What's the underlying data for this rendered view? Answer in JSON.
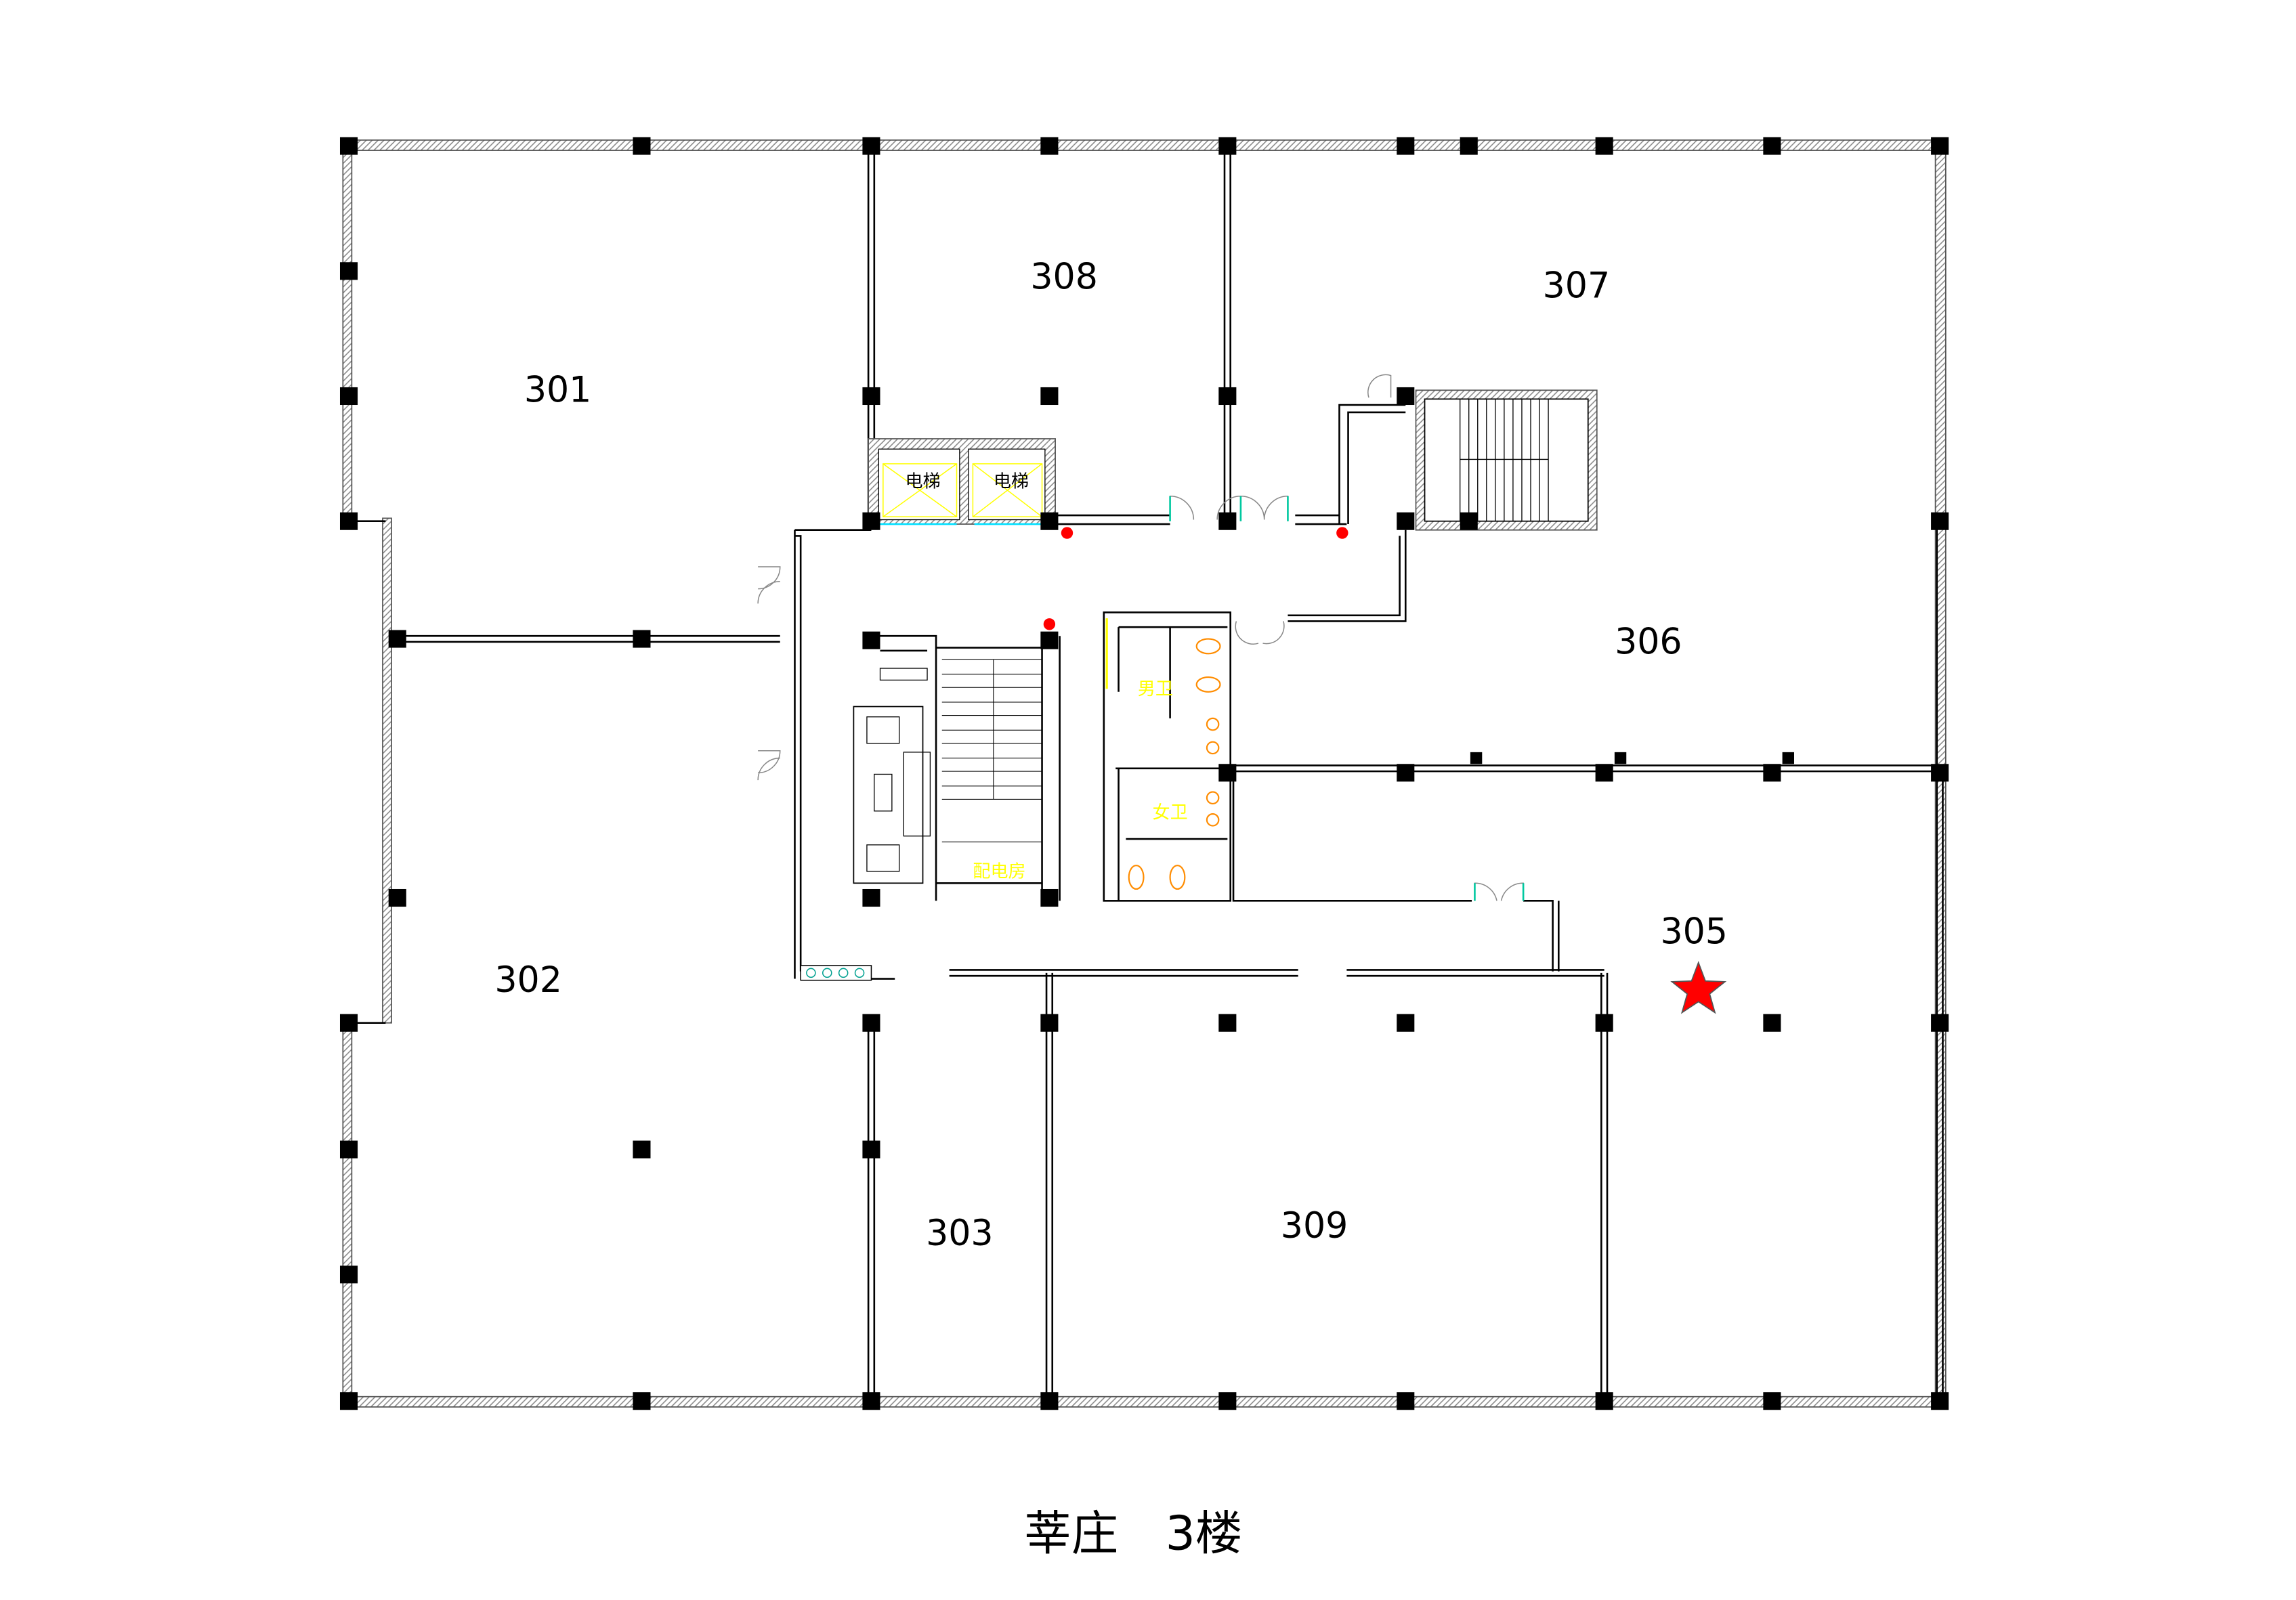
{
  "title": "莘庄　3楼",
  "rooms": {
    "r301": "301",
    "r302": "302",
    "r303": "303",
    "r305": "305",
    "r306": "306",
    "r307": "307",
    "r308": "308",
    "r309": "309"
  },
  "facilities": {
    "elevator1": "电梯",
    "elevator2": "电梯",
    "mens_restroom": "男卫",
    "womens_restroom": "女卫",
    "power_room": "配电房"
  },
  "marker": {
    "icon": "star-icon",
    "room": "305",
    "color": "#ff0000"
  },
  "colors": {
    "walls": "#000000",
    "fixtures": "#ffff00",
    "sanitary": "#ff8c00",
    "doors": "#00c8c8",
    "hydrant": "#ff0000"
  }
}
